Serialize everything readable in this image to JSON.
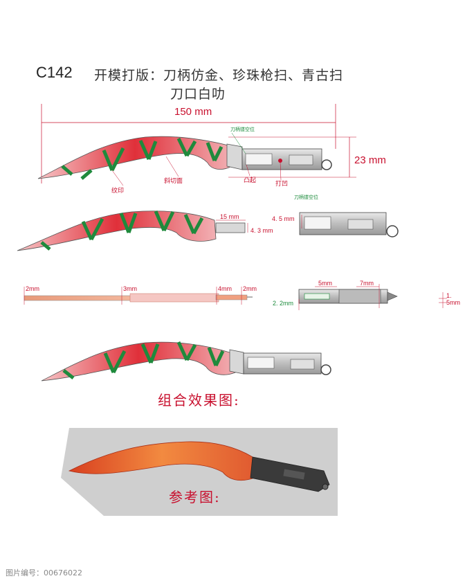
{
  "header": {
    "code": "C142",
    "title_line1": "开模打版：刀柄仿金、珍珠枪扫、青古扫",
    "title_line2": "刀口白叻"
  },
  "dimensions": {
    "length": "150 mm",
    "height": "23 mm",
    "tab_len": "15 mm",
    "tab_h": "4. 3 mm",
    "slot_w": "4. 5 mm",
    "t_2mm_a": "2mm",
    "t_3mm": "3mm",
    "t_4mm": "4mm",
    "t_2mm_b": "2mm",
    "h_5mm": "5mm",
    "h_7mm": "7mm",
    "h_22mm": "2. 2mm",
    "h_15mm": "1. 5mm"
  },
  "annotations": {
    "handle_hollow": "刀柄镂空位",
    "handle_hollow2": "刀柄镂空位",
    "pattern": "纹印",
    "bevel": "斜切面",
    "raised": "凸起",
    "dent": "打凹"
  },
  "captions": {
    "combo": "组合效果图:",
    "reference": "参考图:"
  },
  "watermark": "图片编号：00676022",
  "colors": {
    "dimension": "#c8102e",
    "blade_red": "#e0303a",
    "blade_pink": "#f2b0b4",
    "stripe_green": "#1f8a3c",
    "handle_gray": "#c9c9c9"
  }
}
